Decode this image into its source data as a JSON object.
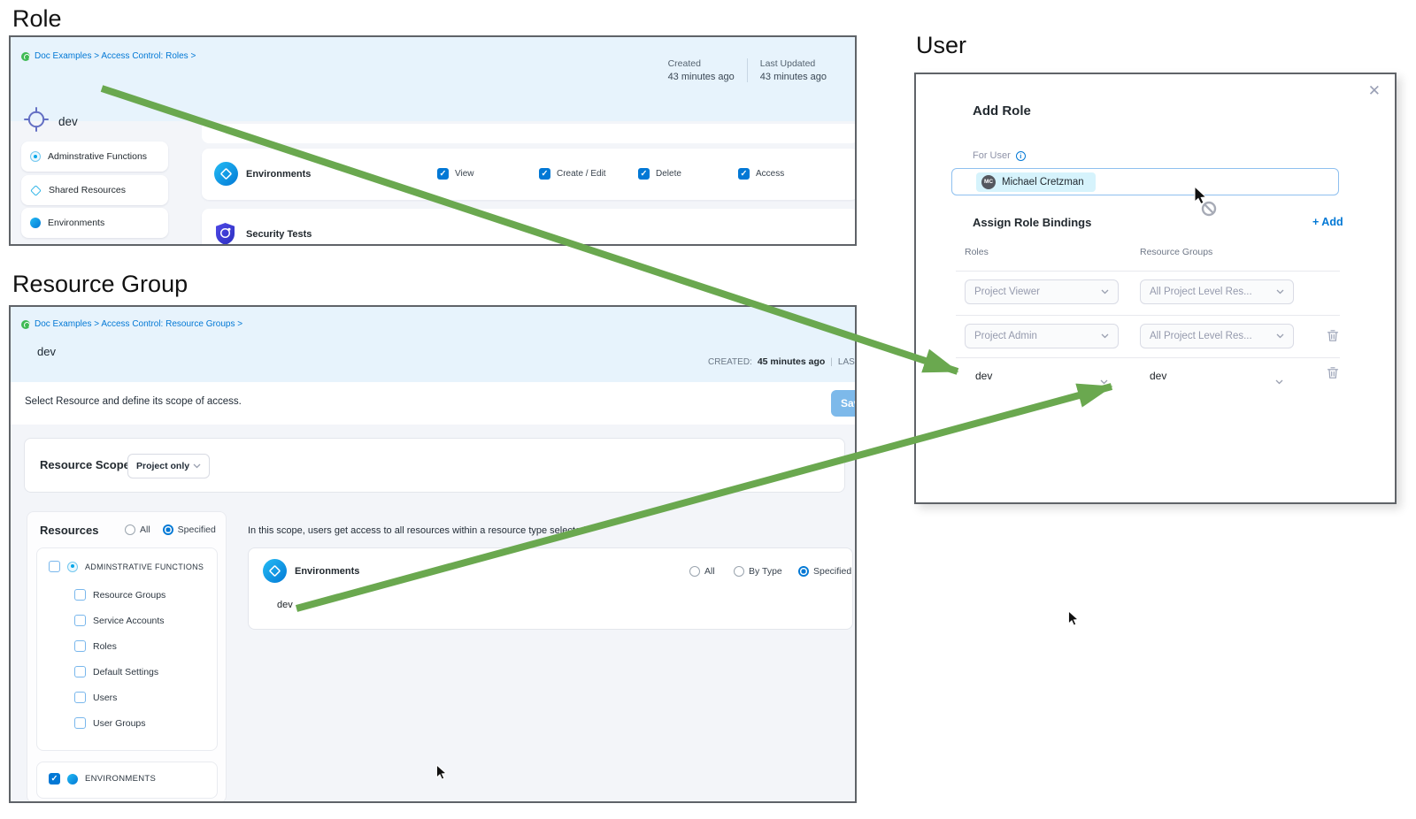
{
  "headings": {
    "role": "Role",
    "resource_group": "Resource Group",
    "user": "User"
  },
  "role_panel": {
    "breadcrumb": "Doc Examples > Access Control: Roles >",
    "title": "dev",
    "meta": {
      "created_label": "Created",
      "created_value": "43 minutes ago",
      "updated_label": "Last Updated",
      "updated_value": "43 minutes ago"
    },
    "sidebar_items": [
      {
        "label": "Adminstrative Functions"
      },
      {
        "label": "Shared Resources"
      },
      {
        "label": "Environments"
      }
    ],
    "environments_row": {
      "label": "Environments",
      "permissions": [
        {
          "label": "View",
          "checked": true
        },
        {
          "label": "Create / Edit",
          "checked": true
        },
        {
          "label": "Delete",
          "checked": true
        },
        {
          "label": "Access",
          "checked": true
        }
      ]
    },
    "security_row": {
      "label": "Security Tests"
    }
  },
  "resource_group_panel": {
    "breadcrumb": "Doc Examples > Access Control: Resource Groups >",
    "title": "dev",
    "meta": {
      "created_label": "CREATED:",
      "created_value": "45 minutes ago",
      "updated_label": "LAST UPDATED"
    },
    "instruction": "Select Resource and define its scope of access.",
    "save_button": "Save",
    "resource_scope": {
      "label": "Resource Scope",
      "value": "Project only"
    },
    "resources": {
      "label": "Resources",
      "options": [
        {
          "label": "All",
          "selected": false
        },
        {
          "label": "Specified",
          "selected": true
        }
      ]
    },
    "admin_group": {
      "label": "ADMINSTRATIVE FUNCTIONS",
      "checked": false,
      "items": [
        {
          "label": "Resource Groups"
        },
        {
          "label": "Service Accounts"
        },
        {
          "label": "Roles"
        },
        {
          "label": "Default Settings"
        },
        {
          "label": "Users"
        },
        {
          "label": "User Groups"
        }
      ]
    },
    "environments_group": {
      "label": "ENVIRONMENTS",
      "checked": true
    },
    "scope_note": "In this scope, users get access to all resources within a resource type selected",
    "environments_row": {
      "label": "Environments",
      "options": [
        {
          "label": "All",
          "selected": false
        },
        {
          "label": "By Type",
          "selected": false
        },
        {
          "label": "Specified",
          "selected": true
        }
      ],
      "value": "dev"
    }
  },
  "dialog": {
    "title": "Add Role",
    "for_user_label": "For User",
    "user": {
      "name": "Michael Cretzman",
      "initials": "MC"
    },
    "assign_label": "Assign Role Bindings",
    "add_button": "+ Add",
    "columns": {
      "roles": "Roles",
      "resource_groups": "Resource Groups"
    },
    "rows": [
      {
        "role": "Project Viewer",
        "resource_group": "All Project Level Res...",
        "deletable": false
      },
      {
        "role": "Project Admin",
        "resource_group": "All Project Level Res...",
        "deletable": true
      },
      {
        "role": "dev",
        "resource_group": "dev",
        "deletable": true
      }
    ]
  },
  "colors": {
    "accent_blue": "#0278d5",
    "arrow_green": "#6aa84f",
    "header_bg": "#e7f3fc",
    "panel_border": "#5f6368",
    "chip_bg": "#d6f3fc",
    "save_button_bg": "#7db9ea"
  }
}
